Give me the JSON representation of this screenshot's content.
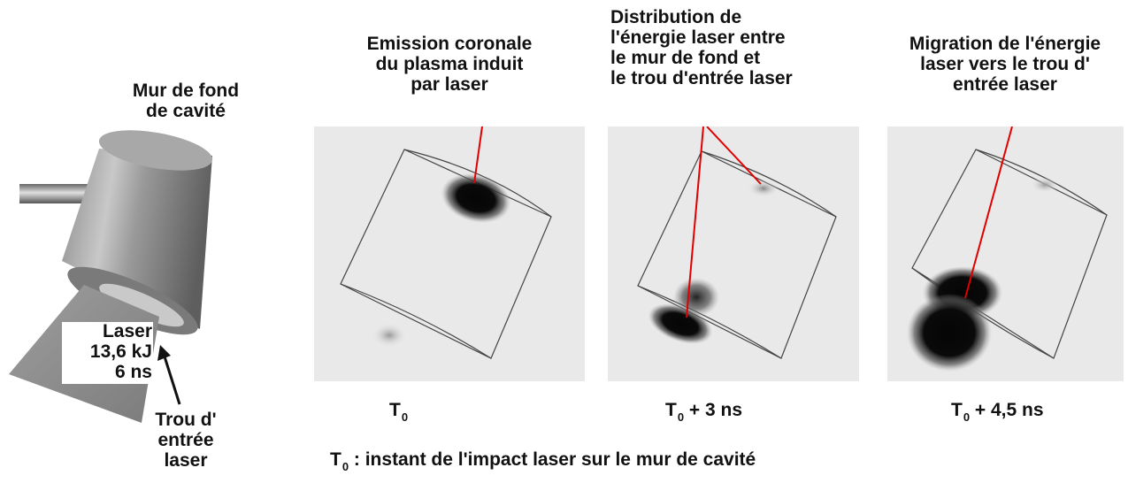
{
  "cavity": {
    "title_lines": [
      "Mur de fond",
      "de cavité"
    ],
    "laser_lines": [
      "Laser",
      "13,6 kJ",
      "6 ns"
    ],
    "hole_lines": [
      "Trou d'",
      "entrée",
      "laser"
    ]
  },
  "panels": [
    {
      "caption_lines": [
        "Emission coronale",
        "du plasma induit",
        "par laser"
      ],
      "time_symbol": "T",
      "time_sub": "0",
      "time_suffix": ""
    },
    {
      "caption_lines": [
        "Distribution de",
        "l'énergie laser entre",
        "le mur de fond et",
        "le trou d'entrée laser"
      ],
      "time_symbol": "T",
      "time_sub": "0",
      "time_suffix": " + 3 ns"
    },
    {
      "caption_lines": [
        "Migration de l'énergie",
        "laser vers le trou d'",
        "entrée laser"
      ],
      "time_symbol": "T",
      "time_sub": "0",
      "time_suffix": " + 4,5 ns"
    }
  ],
  "footnote": {
    "symbol": "T",
    "sub": "0",
    "text": " : instant de l'impact laser sur le mur de cavité"
  },
  "colors": {
    "annotation_line": "#e00000",
    "background": "#ffffff",
    "panel_background": "#e9e9e9",
    "emission": "#050505"
  }
}
